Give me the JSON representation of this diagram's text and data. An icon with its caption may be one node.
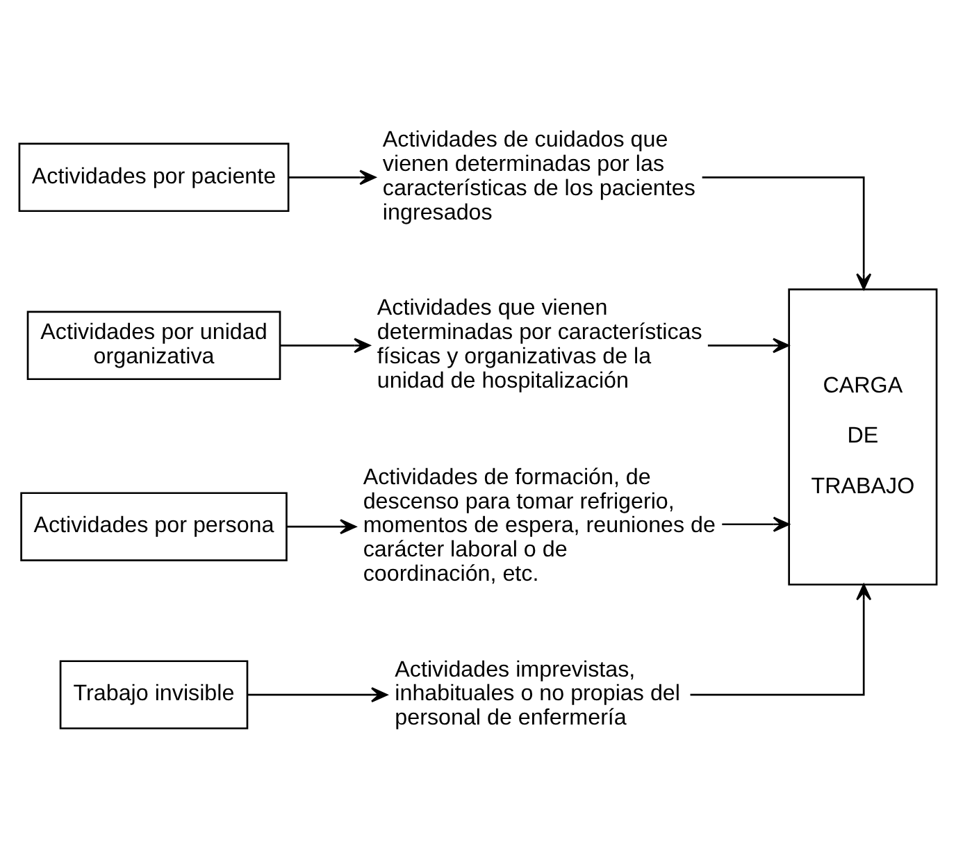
{
  "diagram": {
    "nodes": [
      {
        "text": [
          "Actividades por paciente"
        ]
      },
      {
        "text": [
          "Actividades de cuidados que vienen determinadas por las características de los pacientes ingresados"
        ]
      },
      {
        "text": [
          "Actividades por unidad organizativa"
        ]
      },
      {
        "text": [
          "Actividades que vienen determinadas por características físicas y organizativas de la unidad de hospitalización"
        ]
      },
      {
        "text": [
          "CARGA DE TRABAJO"
        ]
      },
      {
        "text": [
          "Actividades por persona"
        ]
      },
      {
        "text": [
          "Actividades de formación, de descenso para tomar refrigerio, momentos de espera, reuniones de carácter laboral o de coordinación, etc."
        ]
      },
      {
        "text": [
          "Trabajo invisible"
        ]
      },
      {
        "text": [
          "Actividades imprevistas, inhabituales o no propias del personal de enfermería"
        ]
      }
    ],
    "edges": [
      {
        "from": 0,
        "to": 1,
        "arrow": "to"
      },
      {
        "from": 1,
        "to": 4,
        "arrow": "to"
      },
      {
        "from": 2,
        "to": 3,
        "arrow": "to"
      },
      {
        "from": 3,
        "to": 4,
        "arrow": "to"
      },
      {
        "from": 5,
        "to": 6,
        "arrow": "to"
      },
      {
        "from": 6,
        "to": 4,
        "arrow": "to"
      },
      {
        "from": 7,
        "to": 8,
        "arrow": "to"
      },
      {
        "from": 8,
        "to": 4,
        "arrow": "to"
      }
    ]
  }
}
